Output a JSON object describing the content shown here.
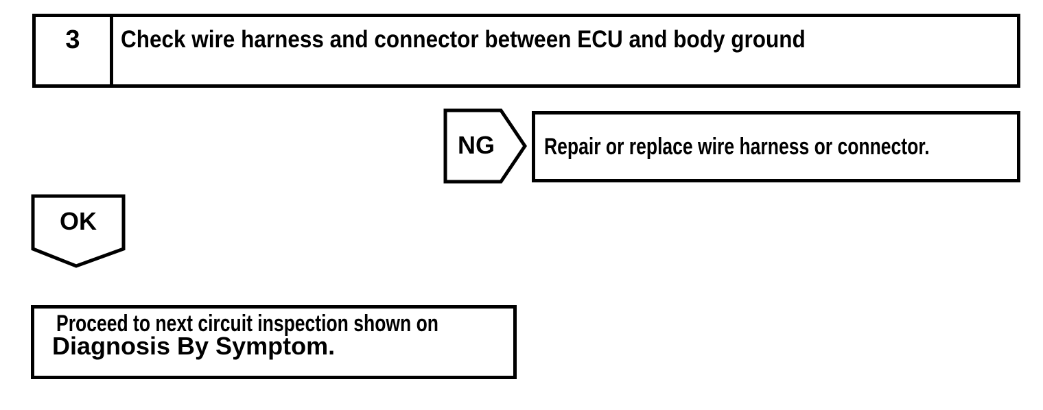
{
  "page": {
    "background_color": "#ffffff",
    "ink_color": "#000000"
  },
  "flowchart": {
    "step_box": {
      "number": "3",
      "title": "Check wire harness and connector between ECU and body ground"
    },
    "ng_branch": {
      "label": "NG",
      "action": "Repair or replace wire harness or connector."
    },
    "ok_branch": {
      "label": "OK",
      "action_line1": "Proceed to next circuit inspection shown on",
      "action_line2": "Diagnosis By Symptom."
    }
  }
}
